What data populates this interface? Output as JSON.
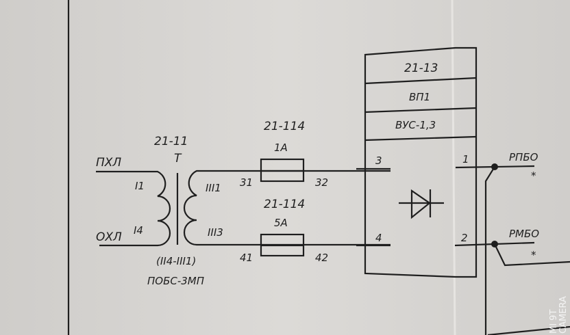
{
  "transformer": {
    "ref": "21-11",
    "symbol": "T",
    "primary_top": "ПХЛ",
    "primary_bottom": "ОХЛ",
    "winding_1": "I1",
    "winding_2": "I4",
    "secondary_1": "III1",
    "secondary_2": "III3",
    "range": "(II4-III1)",
    "type": "ПОБС-3МП"
  },
  "fuse_1": {
    "ref": "21-114",
    "rating": "1A",
    "pin_in": "31",
    "pin_out": "32"
  },
  "fuse_2": {
    "ref": "21-114",
    "rating": "5A",
    "pin_in": "41",
    "pin_out": "42"
  },
  "rectifier": {
    "ref": "21-13",
    "name": "ВП1",
    "type": "ВУС-1,3",
    "pin_3": "3",
    "pin_4": "4",
    "pin_1": "1",
    "pin_2": "2"
  },
  "outputs": {
    "top": "РПБО",
    "bottom": "РМБО",
    "mark": "*"
  },
  "watermark": {
    "line1": "MI 9T",
    "line2": "CAMERA"
  }
}
